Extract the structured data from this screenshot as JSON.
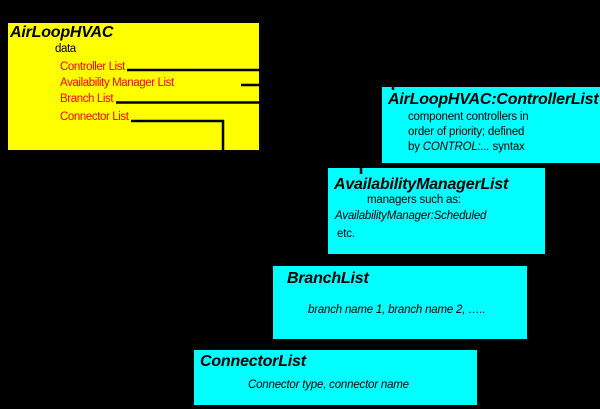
{
  "colors": {
    "background": "#000000",
    "main_box_fill": "#ffff00",
    "detail_box_fill": "#00ffff",
    "link_item_text": "#ff0000",
    "text_and_lines": "#000000"
  },
  "airloop": {
    "title": "AirLoopHVAC",
    "items": [
      {
        "label": "data"
      },
      {
        "label": "Controller List"
      },
      {
        "label": "Availability Manager List"
      },
      {
        "label": "Branch List"
      },
      {
        "label": "Connector List"
      }
    ]
  },
  "controller_box": {
    "title": "AirLoopHVAC:ControllerList",
    "line1": "component controllers in",
    "line2": "order of priority; defined",
    "line3_prefix": "by ",
    "line3_italic": "CONTROL:...",
    "line3_suffix": " syntax"
  },
  "availability_box": {
    "title": "AvailabilityManagerList",
    "line1": "managers such as:",
    "line2_italic": "AvailabilityManager:Scheduled",
    "line3": "etc."
  },
  "branch_box": {
    "title": "BranchList",
    "body": "branch name 1, branch name 2, ….."
  },
  "connector_box": {
    "title": "ConnectorList",
    "body": "Connector type, connector name"
  }
}
